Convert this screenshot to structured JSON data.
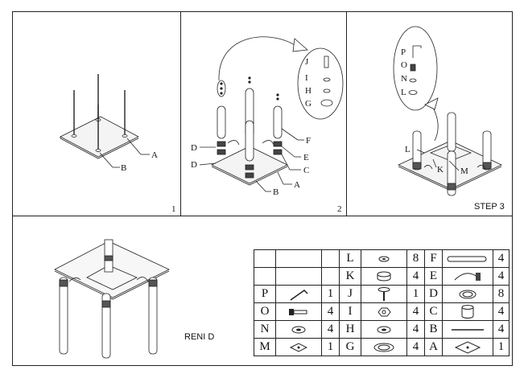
{
  "panels": {
    "p1": {
      "number": "1",
      "labels": {
        "A": "A",
        "B": "B"
      }
    },
    "p2": {
      "number": "2",
      "labels": {
        "D1": "D",
        "D2": "D",
        "F": "F",
        "E": "E",
        "C": "C",
        "A": "A",
        "B": "B"
      },
      "zoom_labels": [
        "J",
        "I",
        "H",
        "G"
      ]
    },
    "p3": {
      "title": "STEP 3",
      "zoom_labels": [
        "P",
        "O",
        "N",
        "L"
      ],
      "labels": {
        "L": "L",
        "K": "K",
        "M": "M"
      }
    }
  },
  "model_name": "RENI D",
  "parts_table": [
    [
      {
        "letter": "",
        "icon": "",
        "qty": ""
      },
      {
        "letter": "L",
        "icon": "small-washer-icon",
        "qty": "8"
      },
      {
        "letter": "F",
        "icon": "long-tube-icon",
        "qty": "4"
      }
    ],
    [
      {
        "letter": "",
        "icon": "",
        "qty": ""
      },
      {
        "letter": "K",
        "icon": "cap-icon",
        "qty": "4"
      },
      {
        "letter": "E",
        "icon": "hook-clamp-icon",
        "qty": "4"
      }
    ],
    [
      {
        "letter": "P",
        "icon": "allen-key-icon",
        "qty": "1"
      },
      {
        "letter": "J",
        "icon": "bolt-icon",
        "qty": "1"
      },
      {
        "letter": "D",
        "icon": "ring-cap-icon",
        "qty": "8"
      }
    ],
    [
      {
        "letter": "O",
        "icon": "screw-icon",
        "qty": "4"
      },
      {
        "letter": "I",
        "icon": "nut-icon",
        "qty": "4"
      },
      {
        "letter": "C",
        "icon": "cylinder-icon",
        "qty": "4"
      }
    ],
    [
      {
        "letter": "N",
        "icon": "washer-icon",
        "qty": "4"
      },
      {
        "letter": "H",
        "icon": "washer-icon",
        "qty": "4"
      },
      {
        "letter": "B",
        "icon": "rod-icon",
        "qty": "4"
      }
    ],
    [
      {
        "letter": "M",
        "icon": "plate-icon",
        "qty": "1"
      },
      {
        "letter": "G",
        "icon": "large-washer-icon",
        "qty": "4"
      },
      {
        "letter": "A",
        "icon": "glass-plate-icon",
        "qty": "1"
      }
    ]
  ]
}
